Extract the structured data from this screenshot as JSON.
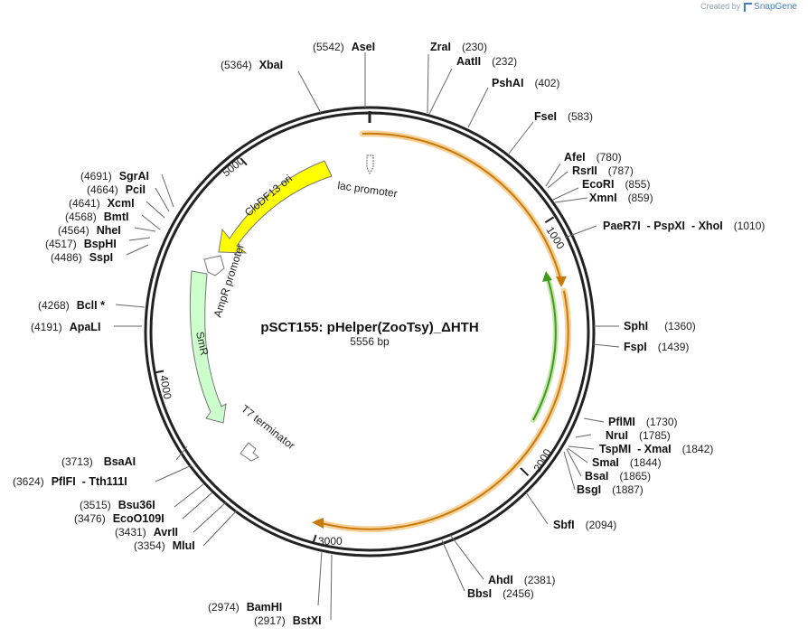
{
  "brand": {
    "prefix": "Created by",
    "logo": "SnapGene",
    "icon": "snapgene-logo-icon"
  },
  "map": {
    "title": "pSCT155: pHelper(ZooTsy)_ΔHTH",
    "length_label": "5556 bp",
    "length_bp": 5556,
    "ticks": [
      {
        "bp": 1000,
        "label": "1000"
      },
      {
        "bp": 2000,
        "label": "2000"
      },
      {
        "bp": 3000,
        "label": "3000"
      },
      {
        "bp": 4000,
        "label": "4000"
      },
      {
        "bp": 5000,
        "label": "5000"
      }
    ],
    "features": [
      {
        "name": "lac promoter",
        "type": "promoter",
        "color": "#ffffff"
      },
      {
        "name": "CloDF13 ori",
        "type": "origin",
        "color": "#ffff00"
      },
      {
        "name": "AmpR promoter",
        "type": "promoter",
        "color": "#ffffff"
      },
      {
        "name": "SmR",
        "type": "cds",
        "color": "#ccffcc"
      },
      {
        "name": "T7 terminator",
        "type": "terminator",
        "color": "#ffffff"
      },
      {
        "name": "",
        "type": "orf",
        "color": "#f5a623"
      },
      {
        "name": "",
        "type": "orf",
        "color": "#f5a623"
      },
      {
        "name": "",
        "type": "orf",
        "color": "#4caf20"
      }
    ],
    "sites": [
      {
        "enzyme": "AseI",
        "pos": "(5542)"
      },
      {
        "enzyme": "XbaI",
        "pos": "(5364)"
      },
      {
        "enzyme": "ZraI",
        "pos": "(230)"
      },
      {
        "enzyme": "AatII",
        "pos": "(232)"
      },
      {
        "enzyme": "PshAI",
        "pos": "(402)"
      },
      {
        "enzyme": "FseI",
        "pos": "(583)"
      },
      {
        "enzyme": "AfeI",
        "pos": "(780)"
      },
      {
        "enzyme": "RsrII",
        "pos": "(787)"
      },
      {
        "enzyme": "EcoRI",
        "pos": "(855)"
      },
      {
        "enzyme": "XmnI",
        "pos": "(859)"
      },
      {
        "enzyme": "PaeR7I  - PspXI  - XhoI",
        "pos": "(1010)"
      },
      {
        "enzyme": "SphI",
        "pos": "(1360)"
      },
      {
        "enzyme": "FspI",
        "pos": "(1439)"
      },
      {
        "enzyme": "PflMI",
        "pos": "(1730)"
      },
      {
        "enzyme": "NruI",
        "pos": "(1785)"
      },
      {
        "enzyme": "TspMI  - XmaI",
        "pos": "(1842)"
      },
      {
        "enzyme": "SmaI",
        "pos": "(1844)"
      },
      {
        "enzyme": "BsaI",
        "pos": "(1865)"
      },
      {
        "enzyme": "BsgI",
        "pos": "(1887)"
      },
      {
        "enzyme": "SbfI",
        "pos": "(2094)"
      },
      {
        "enzyme": "AhdI",
        "pos": "(2381)"
      },
      {
        "enzyme": "BbsI",
        "pos": "(2456)"
      },
      {
        "enzyme": "BamHI",
        "pos": "(2974)"
      },
      {
        "enzyme": "BstXI",
        "pos": "(2917)"
      },
      {
        "enzyme": "MluI",
        "pos": "(3354)"
      },
      {
        "enzyme": "AvrII",
        "pos": "(3431)"
      },
      {
        "enzyme": "EcoO109I",
        "pos": "(3476)"
      },
      {
        "enzyme": "Bsu36I",
        "pos": "(3515)"
      },
      {
        "enzyme": "PflFI  - Tth111I",
        "pos": "(3624)"
      },
      {
        "enzyme": "BsaAI",
        "pos": "(3713)"
      },
      {
        "enzyme": "ApaLI",
        "pos": "(4191)"
      },
      {
        "enzyme": "BclI *",
        "pos": "(4268)"
      },
      {
        "enzyme": "SspI",
        "pos": "(4486)"
      },
      {
        "enzyme": "BspHI",
        "pos": "(4517)"
      },
      {
        "enzyme": "NheI",
        "pos": "(4564)"
      },
      {
        "enzyme": "BmtI",
        "pos": "(4568)"
      },
      {
        "enzyme": "XcmI",
        "pos": "(4641)"
      },
      {
        "enzyme": "PciI",
        "pos": "(4664)"
      },
      {
        "enzyme": "SgrAI",
        "pos": "(4691)"
      }
    ]
  }
}
